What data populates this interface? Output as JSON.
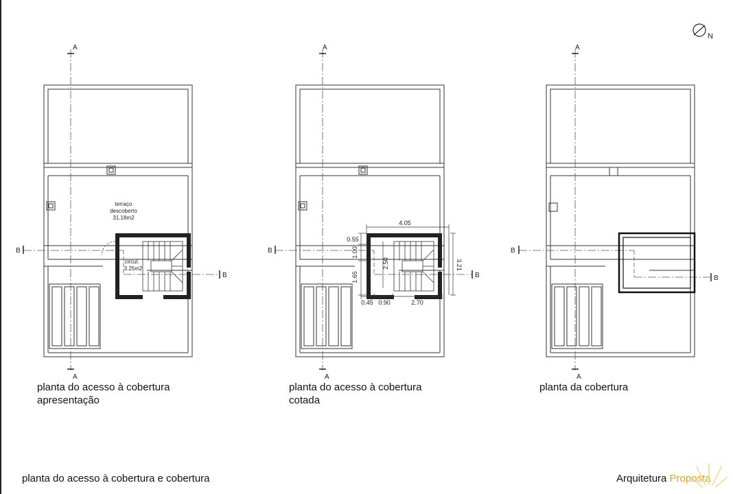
{
  "plans": [
    {
      "caption_line1": "planta do acesso à cobertura",
      "caption_line2": "apresentação",
      "section_a_top": "A",
      "section_a_bottom": "A",
      "section_b_left": "B",
      "section_b_right": "B",
      "room_label_1": "terraço",
      "room_label_2": "descoberto",
      "room_area": "31.18m2",
      "circ_label": "circul.",
      "circ_area": "3.25m2"
    },
    {
      "caption_line1": "planta do acesso à cobertura",
      "caption_line2": "cotada",
      "section_a_top": "A",
      "section_a_bottom": "A",
      "section_b_left": "B",
      "section_b_right": "B",
      "dimensions": {
        "top_width": "4.05",
        "left_top": "0.55",
        "left_mid": "1.00",
        "left_bottom": "1.65",
        "inner_height": "2.50",
        "right_height": "3.21",
        "bottom_1": "0.45",
        "bottom_2": "0.90",
        "bottom_3": "2.70"
      }
    },
    {
      "caption_line1": "planta da cobertura",
      "caption_line2": "",
      "section_a_top": "A",
      "section_a_bottom": "A",
      "section_b_left": "B",
      "section_b_right": "B"
    }
  ],
  "north_label": "N",
  "footer": {
    "sheet_title": "planta do acesso à cobertura e cobertura",
    "brand_part1": "Arquitetura ",
    "brand_part2": "Proposta"
  },
  "colors": {
    "line": "#222222",
    "accent": "#d9a520"
  }
}
